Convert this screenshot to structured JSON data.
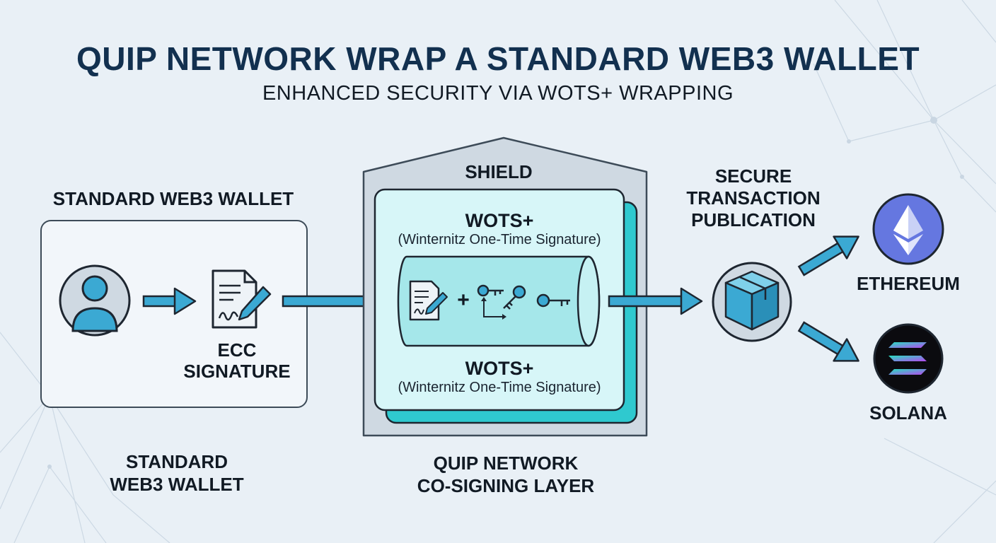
{
  "title": "QUIP NETWORK WRAP A STANDARD WEB3 WALLET",
  "subtitle": "ENHANCED SECURITY VIA WOTS+ WRAPPING",
  "wallet": {
    "heading": "STANDARD WEB3 WALLET",
    "signature_label_1": "ECC",
    "signature_label_2": "SIGNATURE",
    "caption_1": "STANDARD",
    "caption_2": "WEB3 WALLET"
  },
  "shield": {
    "label": "SHIELD",
    "wots_top_title": "WOTS+",
    "wots_top_sub": "(Winternitz One-Time Signature)",
    "plus_symbol": "+",
    "wots_bottom_title": "WOTS+",
    "wots_bottom_sub": "(Winternitz One-Time Signature)",
    "caption_1": "QUIP NETWORK",
    "caption_2": "CO-SIGNING LAYER"
  },
  "publication": {
    "line_1": "SECURE",
    "line_2": "TRANSACTION",
    "line_3": "PUBLICATION"
  },
  "chains": {
    "ethereum": "ETHEREUM",
    "solana": "SOLANA"
  },
  "colors": {
    "navy": "#12304f",
    "accent_blue": "#3ba9d3",
    "teal": "#2fc9cf",
    "shield_gray": "#cfd9e2",
    "ethereum_purple": "#6577e0",
    "solana_black": "#0b0b0f"
  }
}
